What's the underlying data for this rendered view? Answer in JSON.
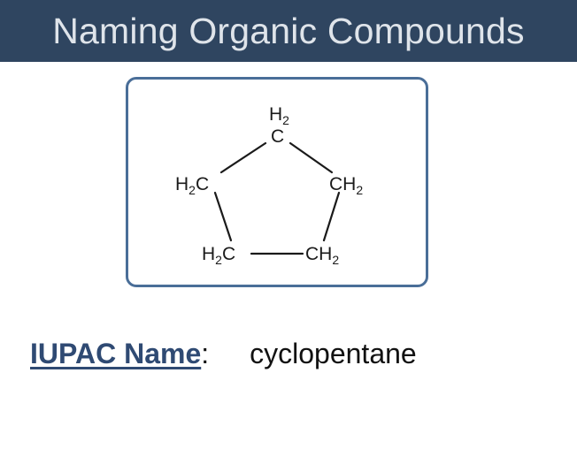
{
  "header": {
    "title": "Naming Organic Compounds"
  },
  "structure": {
    "atoms": [
      {
        "id": "top",
        "main": "C",
        "super_label": "H",
        "super_sub": "2"
      },
      {
        "id": "upper_left",
        "prefix": "H",
        "prefix_sub": "2",
        "main": "C"
      },
      {
        "id": "upper_right",
        "main": "CH",
        "main_sub": "2"
      },
      {
        "id": "lower_left",
        "prefix": "H",
        "prefix_sub": "2",
        "main": "C"
      },
      {
        "id": "lower_right",
        "main": "CH",
        "main_sub": "2"
      }
    ]
  },
  "iupac": {
    "label": "IUPAC Name",
    "colon": ":",
    "value": "cyclopentane"
  },
  "colors": {
    "header_bg": "#2f4560",
    "box_border": "#4a6e98",
    "label_color": "#2f4a73"
  }
}
